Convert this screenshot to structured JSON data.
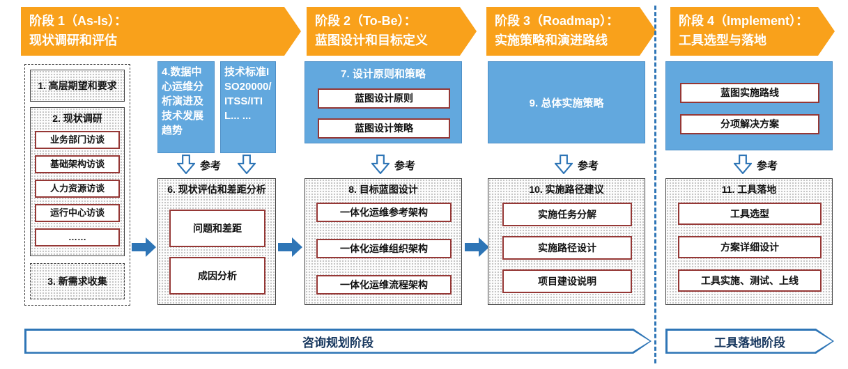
{
  "colors": {
    "phase_banner_orange": "#F9A11B",
    "blue_panel": "#62A8DE",
    "flow_arrow_blue": "#2E75B6",
    "item_border_red": "#953735",
    "footer_text_blue": "#17375E"
  },
  "phases": [
    {
      "line1": "阶段 1（As-Is）：",
      "line2": "现状调研和评估"
    },
    {
      "line1": "阶段 2（To-Be）：",
      "line2": "蓝图设计和目标定义"
    },
    {
      "line1": "阶段 3（Roadmap）：",
      "line2": "实施策略和演进路线"
    },
    {
      "line1": "阶段 4（Implement）：",
      "line2": "工具选型与落地"
    }
  ],
  "ref_label": "参考",
  "col1": {
    "box1": "1. 高层期望和要求",
    "box2_title": "2. 现状调研",
    "box2_items": [
      "业务部门访谈",
      "基础架构访谈",
      "人力资源访谈",
      "运行中心访谈",
      "……"
    ],
    "box3": "3. 新需求收集"
  },
  "col2": {
    "blue1": "4.数据中心运维分析演进及技术发展趋势",
    "blue2": "技术标准ISO20000/ITSS/ITIL... ...",
    "title": "6. 现状评估和差距分析",
    "items": [
      "问题和差距",
      "成因分析"
    ]
  },
  "col3": {
    "blue_title": "7. 设计原则和策略",
    "blue_items": [
      "蓝图设计原则",
      "蓝图设计策略"
    ],
    "title": "8. 目标蓝图设计",
    "items": [
      "一体化运维参考架构",
      "一体化运维组织架构",
      "一体化运维流程架构"
    ]
  },
  "col4": {
    "blue_title": "9. 总体实施策略",
    "title": "10. 实施路径建议",
    "items": [
      "实施任务分解",
      "实施路径设计",
      "项目建设说明"
    ]
  },
  "col5": {
    "blue_items": [
      "蓝图实施路线",
      "分项解决方案"
    ],
    "title": "11. 工具落地",
    "items": [
      "工具选型",
      "方案详细设计",
      "工具实施、测试、上线"
    ]
  },
  "footer": {
    "consult": "咨询规划阶段",
    "tool": "工具落地阶段"
  }
}
